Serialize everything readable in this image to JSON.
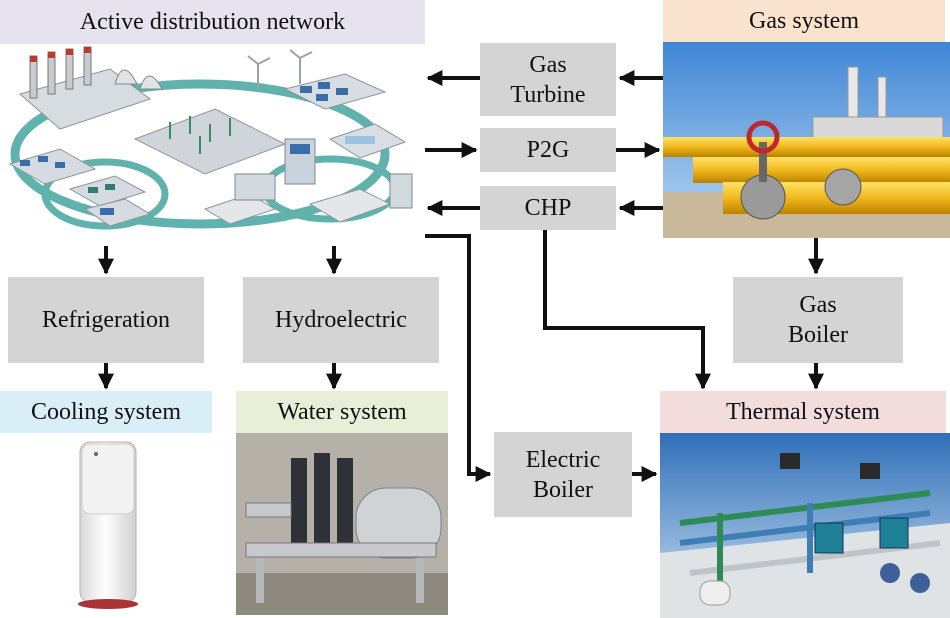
{
  "labels": {
    "adn": "Active distribution network",
    "gas": "Gas system",
    "cooling": "Cooling system",
    "water": "Water system",
    "thermal": "Thermal system"
  },
  "boxes": {
    "gas_turbine": [
      "Gas",
      "Turbine"
    ],
    "p2g": "P2G",
    "chp": "CHP",
    "refrigeration": "Refrigeration",
    "hydroelectric": "Hydroelectric",
    "gas_boiler": [
      "Gas",
      "Boiler"
    ],
    "electric_boiler": [
      "Electric",
      "Boiler"
    ]
  },
  "colors": {
    "adn_label_bg": "#e6e2ee",
    "gas_label_bg": "#f9e3cf",
    "cooling_label_bg": "#d9eef6",
    "water_label_bg": "#e7efd9",
    "thermal_label_bg": "#f3dcdc",
    "box_bg": "#d4d4d4",
    "arrow": "#111111"
  }
}
